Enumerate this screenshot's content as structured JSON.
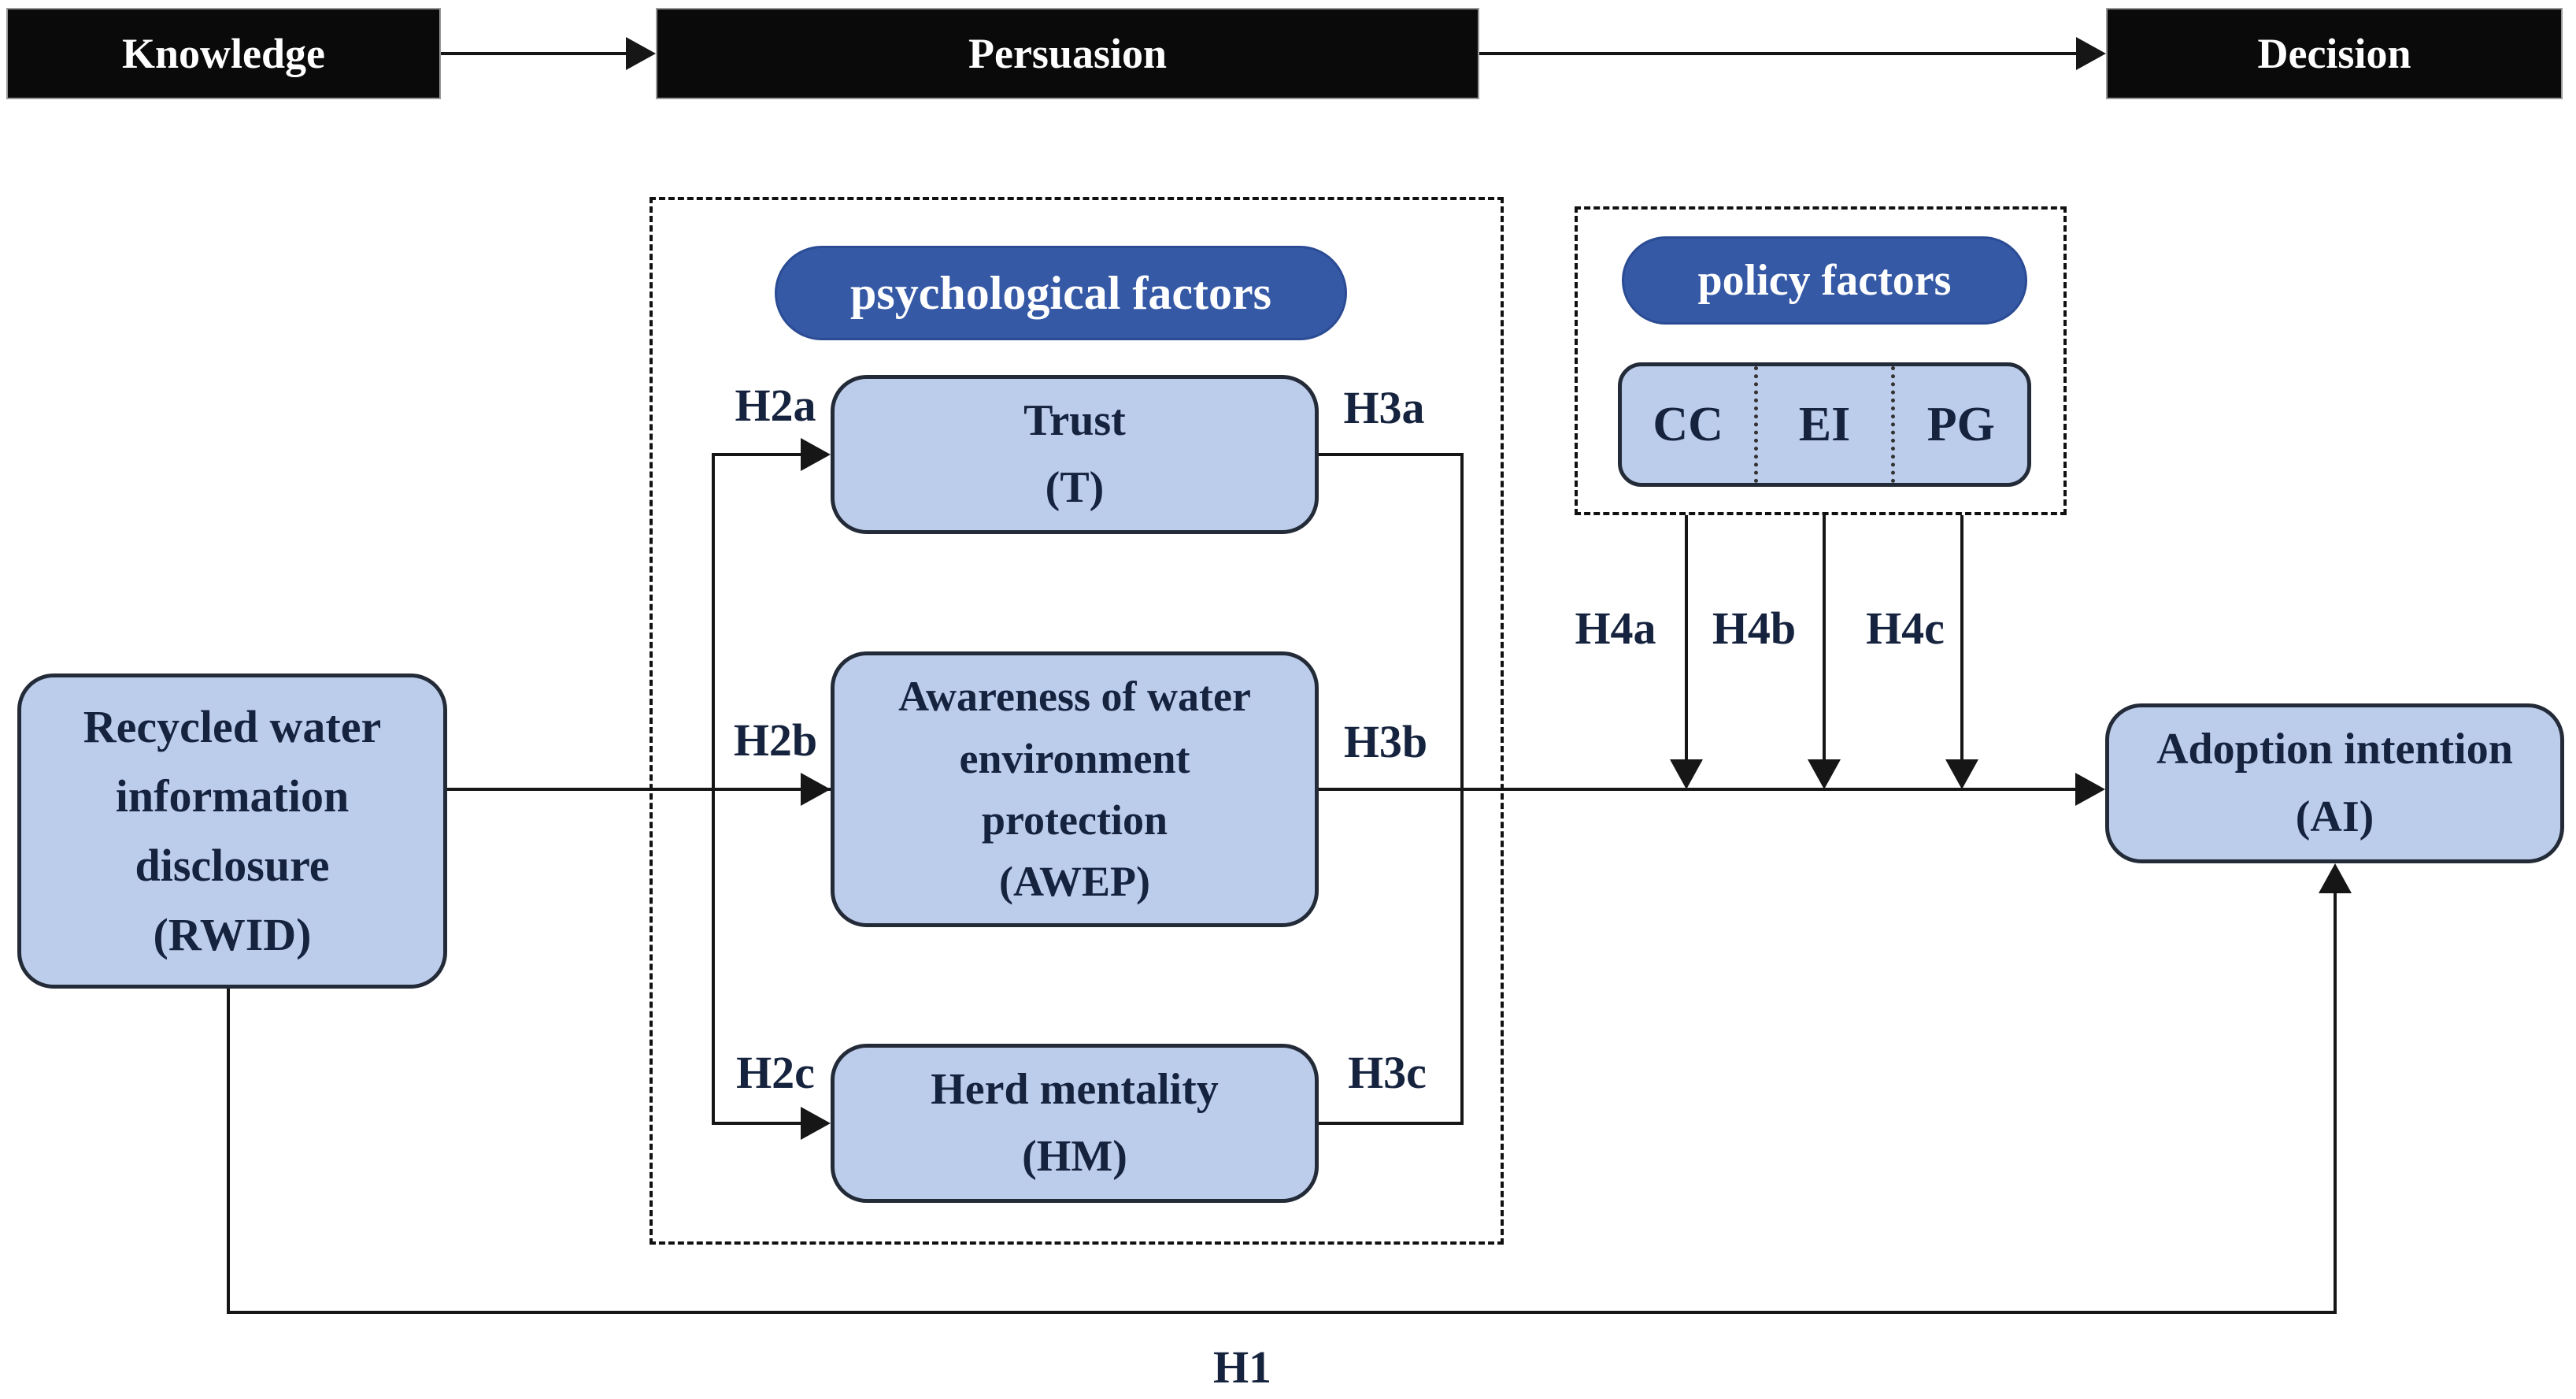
{
  "colors": {
    "box_fill": "#bccdec",
    "box_border": "#242b38",
    "ellipse_fill": "#3659a6",
    "ellipse_border": "#2b4c94",
    "stage_bg": "#0a0a0a",
    "stage_border": "#999999",
    "stage_text": "#ffffff",
    "ink": "#16233e",
    "line": "#161616",
    "page_bg": "#ffffff"
  },
  "stages": [
    {
      "label": "Knowledge"
    },
    {
      "label": "Persuasion"
    },
    {
      "label": "Decision"
    }
  ],
  "nodes": {
    "rwid": {
      "lines": [
        "Recycled water",
        "information",
        "disclosure",
        "(RWID)"
      ]
    },
    "trust": {
      "lines": [
        "Trust",
        "(T)"
      ]
    },
    "awep": {
      "lines": [
        "Awareness of water",
        "environment",
        "protection",
        "(AWEP)"
      ]
    },
    "hm": {
      "lines": [
        "Herd mentality",
        "(HM)"
      ]
    },
    "ai": {
      "lines": [
        "Adoption intention",
        "(AI)"
      ]
    }
  },
  "groups": {
    "psychological": {
      "label": "psychological factors"
    },
    "policy": {
      "label": "policy factors",
      "cells": [
        "CC",
        "EI",
        "PG"
      ]
    }
  },
  "hypotheses": {
    "h1": "H1",
    "h2a": "H2a",
    "h2b": "H2b",
    "h2c": "H2c",
    "h3a": "H3a",
    "h3b": "H3b",
    "h3c": "H3c",
    "h4a": "H4a",
    "h4b": "H4b",
    "h4c": "H4c"
  }
}
